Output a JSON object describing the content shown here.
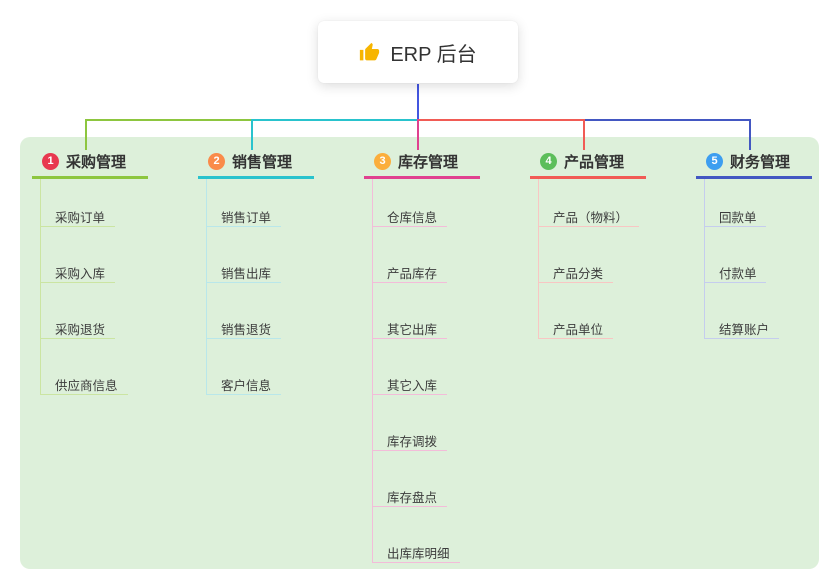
{
  "root": {
    "label": "ERP 后台",
    "icon": "thumbs-up-icon"
  },
  "canvas": {
    "background": "#ffffff",
    "panel_background": "#ddf0da"
  },
  "connector": {
    "stem_color": "#4356e0"
  },
  "branches": [
    {
      "num": "1",
      "title": "采购管理",
      "line_color": "#8dc63f",
      "badge_color": "#e8384f",
      "child_line_color": "#cbe5a2",
      "children": [
        "采购订单",
        "采购入库",
        "采购退货",
        "供应商信息"
      ]
    },
    {
      "num": "2",
      "title": "销售管理",
      "line_color": "#29c3cd",
      "badge_color": "#fa8b4a",
      "child_line_color": "#b9e7ea",
      "children": [
        "销售订单",
        "销售出库",
        "销售退货",
        "客户信息"
      ]
    },
    {
      "num": "3",
      "title": "库存管理",
      "line_color": "#e0418f",
      "badge_color": "#fbae3c",
      "child_line_color": "#f3bcd9",
      "children": [
        "仓库信息",
        "产品库存",
        "其它出库",
        "其它入库",
        "库存调拨",
        "库存盘点",
        "出库库明细"
      ]
    },
    {
      "num": "4",
      "title": "产品管理",
      "line_color": "#f15b55",
      "badge_color": "#5cbe5a",
      "child_line_color": "#f8c6c3",
      "children": [
        "产品（物料）",
        "产品分类",
        "产品单位"
      ]
    },
    {
      "num": "5",
      "title": "财务管理",
      "line_color": "#4357c2",
      "badge_color": "#3d9ef0",
      "child_line_color": "#c5cdee",
      "children": [
        "回款单",
        "付款单",
        "结算账户"
      ]
    }
  ]
}
